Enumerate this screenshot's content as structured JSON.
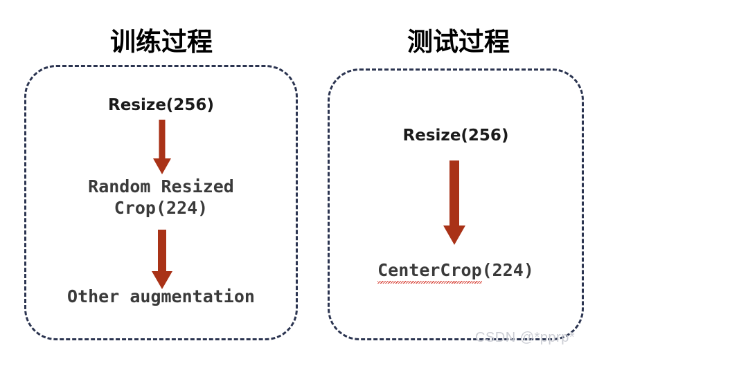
{
  "figure": {
    "background": "#ffffff",
    "accent_arrow_color": "#a93217",
    "box_border_color": "#2b3450",
    "spellcheck_color": "#d63b2f"
  },
  "panels": [
    {
      "id": "train",
      "title": "训练过程",
      "steps": [
        {
          "label": "Resize(256)",
          "style": "sans"
        },
        {
          "label": "Random Resized\nCrop(224)",
          "style": "mono"
        },
        {
          "label": "Other augmentation",
          "style": "mono"
        }
      ],
      "arrows": [
        {
          "name": "arrow-resize-to-crop",
          "direction": "down"
        },
        {
          "name": "arrow-crop-to-other",
          "direction": "down"
        }
      ]
    },
    {
      "id": "test",
      "title": "测试过程",
      "steps": [
        {
          "label": "Resize(256)",
          "style": "sans"
        },
        {
          "label": "CenterCrop(224)",
          "style": "mono",
          "spellcheck_word": "CenterCrop",
          "trailing": "(224)"
        }
      ],
      "arrows": [
        {
          "name": "arrow-resize-to-centercrop",
          "direction": "down"
        }
      ]
    }
  ],
  "watermark": {
    "text": "CSDN @*pprp*"
  }
}
